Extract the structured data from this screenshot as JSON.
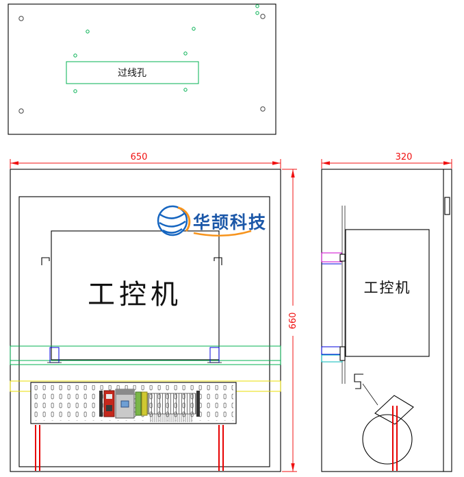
{
  "drawing": {
    "top_view": {
      "cable_hole_label": "过线孔"
    },
    "front_view": {
      "width_dim": "650",
      "height_dim": "660",
      "device_label": "工控机"
    },
    "side_view": {
      "depth_dim": "320",
      "device_label": "工控机"
    },
    "logo": {
      "company": "华颉科技"
    }
  },
  "colors": {
    "dimension": "#f01010",
    "red": "#e60000",
    "green": "#00b050",
    "yellow": "#e8dc00",
    "blue": "#0000dd",
    "cyan": "#00b8b8",
    "magenta": "#cc00cc",
    "logo_blue": "#1b57a8",
    "logo_orange": "#f7941d"
  }
}
